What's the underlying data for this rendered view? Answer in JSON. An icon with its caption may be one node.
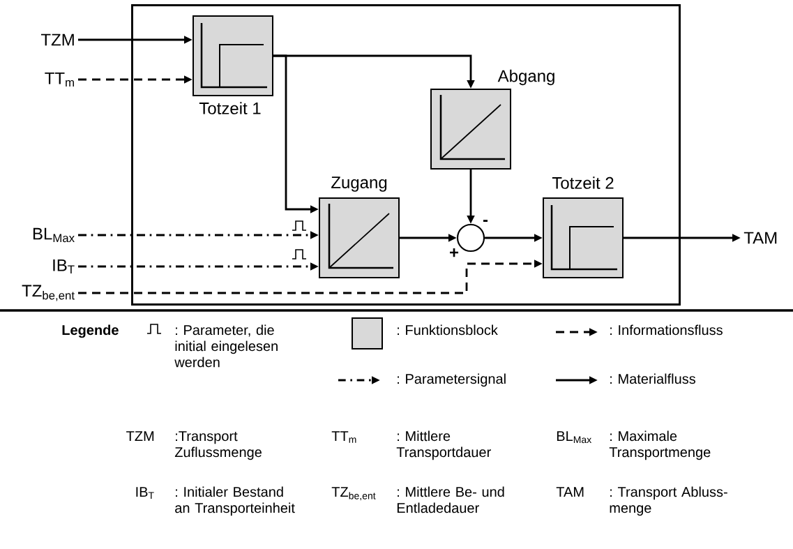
{
  "diagram": {
    "nodes": [
      {
        "text": [],
        "shape": "box"
      },
      {
        "text": [
          "TZM"
        ]
      },
      {
        "text": [
          "TT$_{m}$"
        ]
      },
      {
        "text": [
          "BL$_{Max}$"
        ]
      },
      {
        "text": [
          "IB$_{T}$"
        ]
      },
      {
        "text": [
          "TZ$_{be,ent}$"
        ]
      },
      {
        "text": [
          "Totzeit 1"
        ],
        "in": 0
      },
      {
        "text": [
          "Abgang"
        ],
        "in": 0
      },
      {
        "text": [
          "Zugang"
        ],
        "in": 0
      },
      {
        "text": [],
        "shape": "circle",
        "in": 0,
        "beside": [
          "-",
          "+"
        ]
      },
      {
        "text": [
          "Totzeit 2"
        ],
        "in": 0
      },
      {
        "text": [
          "TAM"
        ]
      }
    ],
    "edges": [
      {
        "from": 1,
        "to": 6,
        "arrow": "to"
      },
      {
        "from": 2,
        "to": 6,
        "arrow": "to",
        "style": "dashed"
      },
      {
        "from": 6,
        "to": 7,
        "arrow": "to"
      },
      {
        "from": 6,
        "to": 8,
        "arrow": "to"
      },
      {
        "from": 3,
        "to": 8,
        "arrow": "to",
        "style": "dashed"
      },
      {
        "from": 4,
        "to": 8,
        "arrow": "to",
        "style": "dashed"
      },
      {
        "from": 8,
        "to": 9,
        "arrow": "to"
      },
      {
        "from": 7,
        "to": 9,
        "arrow": "to"
      },
      {
        "from": 9,
        "to": 10,
        "arrow": "to"
      },
      {
        "from": 10,
        "to": 11,
        "arrow": "to"
      },
      {
        "from": 5,
        "to": 10,
        "arrow": "to",
        "style": "dashed"
      }
    ],
    "labels": [
      "Legende",
      "TZM",
      ":Transport Zuflussmenge",
      "TT$_{m}$",
      ": Mittlere Transportdauer",
      "BL$_{Max}$",
      ": Maximale Transportmenge",
      "IB$_{T}$",
      ": Initialer Bestand an Transporteinheit",
      "TZ$_{be,ent}$",
      ": Mittlere Be- und Entladedauer",
      "TAM",
      ": Transport Abluss-menge"
    ],
    "legend": [
      {
        "text": ": Parameter, die initial eingelesen werden"
      },
      {
        "text": ": Funktionsblock",
        "color": "#d9d9d9"
      },
      {
        "text": ": Informationsfluss"
      },
      {
        "text": ": Parametersignal"
      },
      {
        "text": ": Materialfluss"
      }
    ]
  }
}
